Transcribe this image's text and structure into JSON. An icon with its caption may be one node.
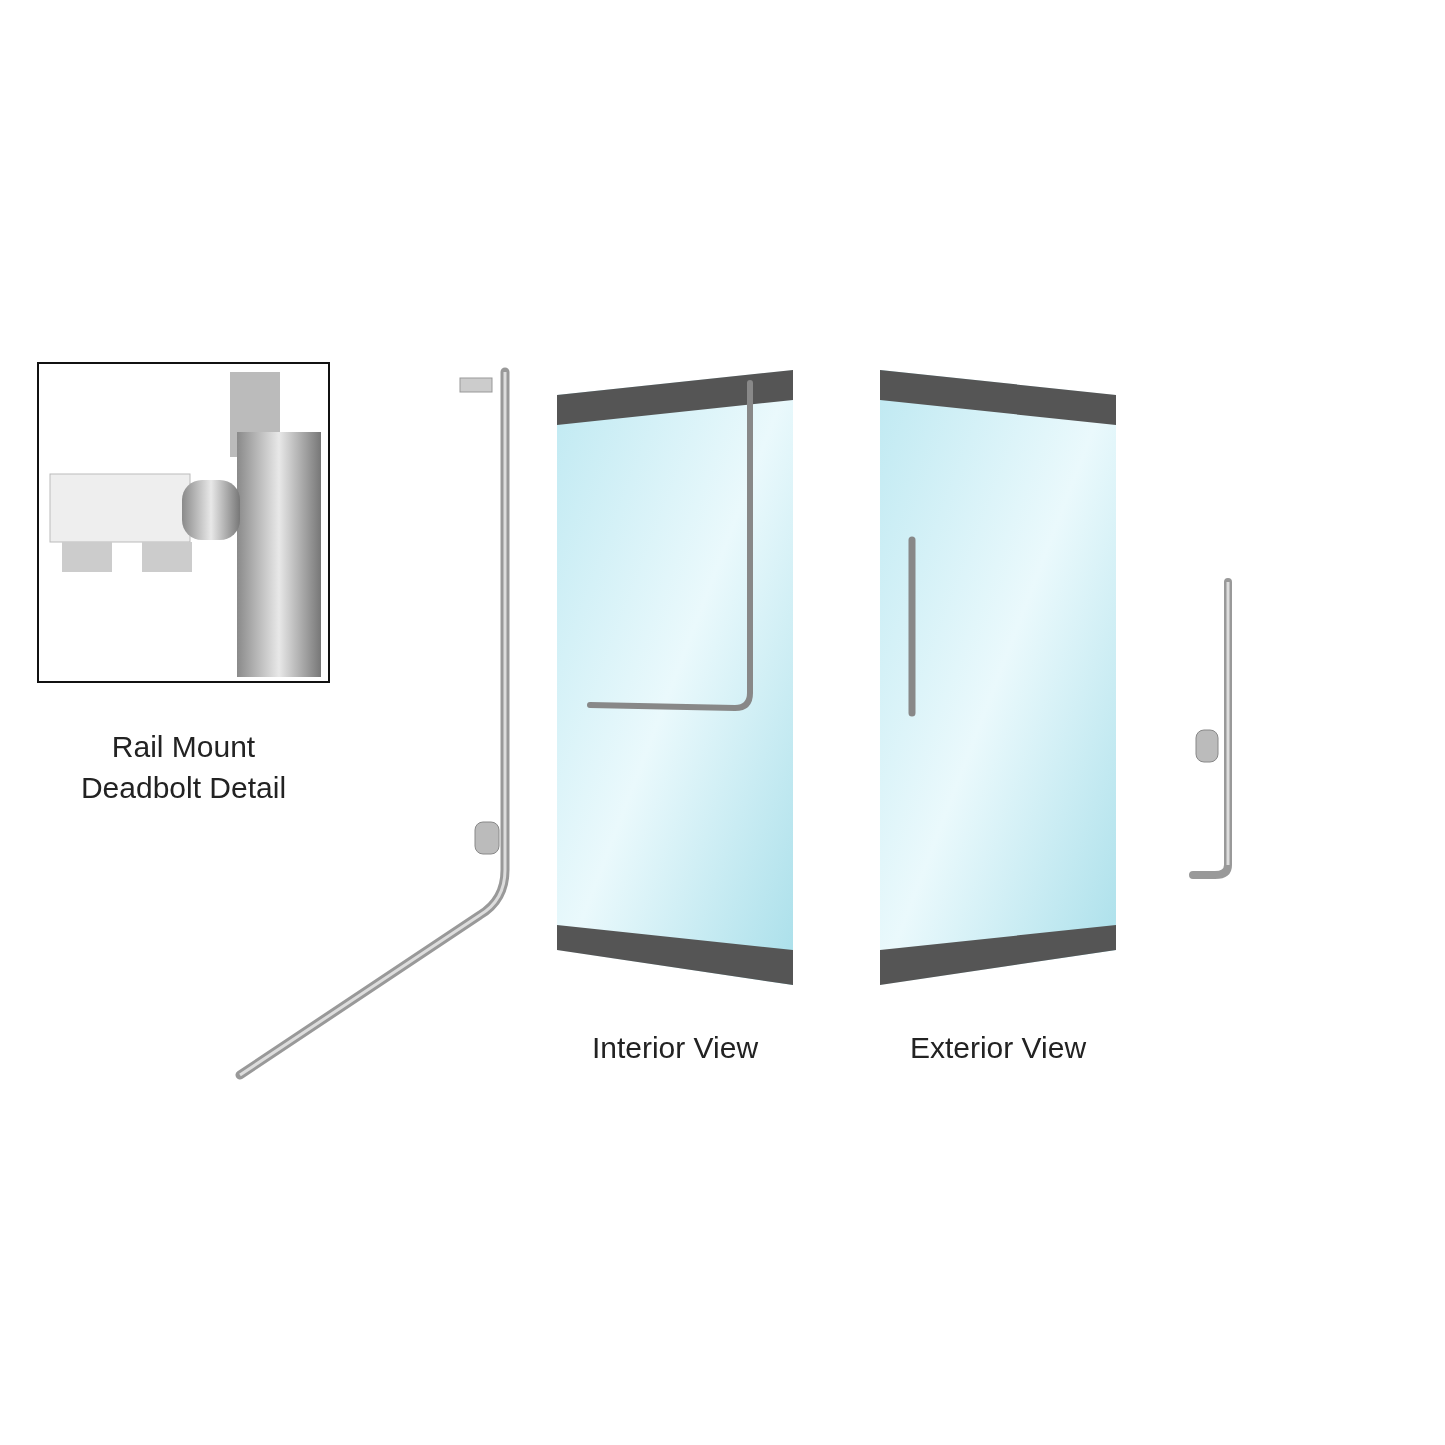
{
  "diagram": {
    "nodes": [
      {
        "text": [
          "Rail Mount Deadbolt Detail"
        ]
      },
      {
        "text": [
          "Interior View"
        ]
      },
      {
        "text": [
          "Exterior View"
        ]
      }
    ]
  }
}
